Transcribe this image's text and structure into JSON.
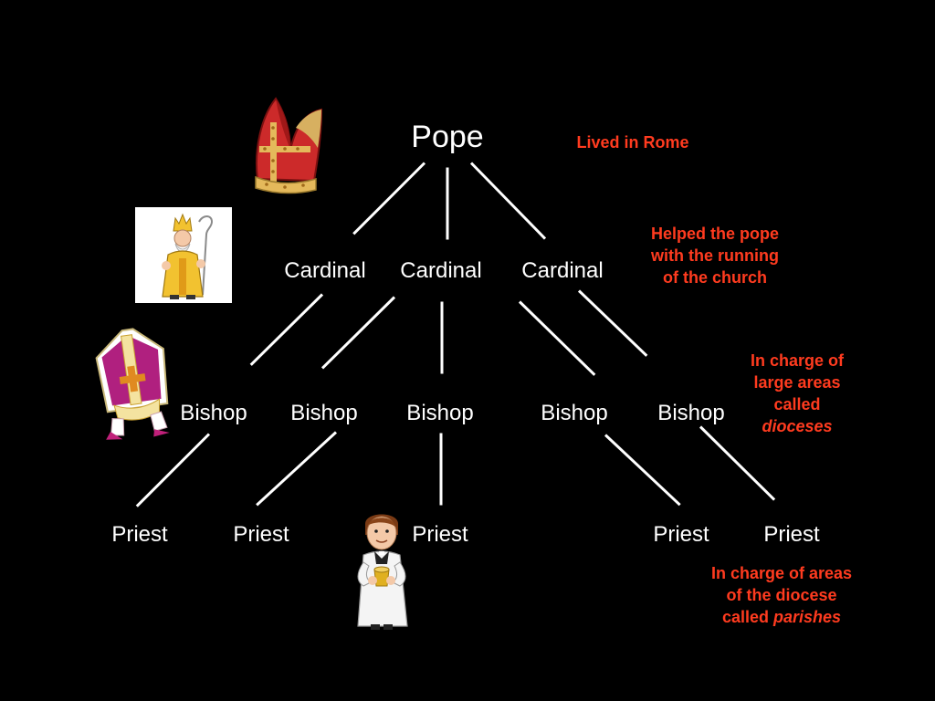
{
  "colors": {
    "background": "#000000",
    "label": "#ffffff",
    "note": "#ff3b1f",
    "lines": "#ffffff"
  },
  "labels": {
    "pope": "Pope",
    "cardinals": [
      "Cardinal",
      "Cardinal",
      "Cardinal"
    ],
    "bishops": [
      "Bishop",
      "Bishop",
      "Bishop",
      "Bishop",
      "Bishop"
    ],
    "priests": [
      "Priest",
      "Priest",
      "Priest",
      "Priest",
      "Priest"
    ]
  },
  "notes": {
    "pope": [
      "Lived in Rome"
    ],
    "cardinal": [
      "Helped the pope",
      "with the running",
      "of the church"
    ],
    "bishop": {
      "lines": [
        "In charge of",
        "large areas",
        "called"
      ],
      "emphasis": "dioceses"
    },
    "priest": {
      "lines": [
        "In charge of areas",
        "of the diocese"
      ],
      "prefix": "called ",
      "emphasis": "parishes"
    }
  },
  "clipart": [
    "mitre-icon",
    "pope-figure-icon",
    "bishop-vestment-icon",
    "priest-figure-icon"
  ]
}
